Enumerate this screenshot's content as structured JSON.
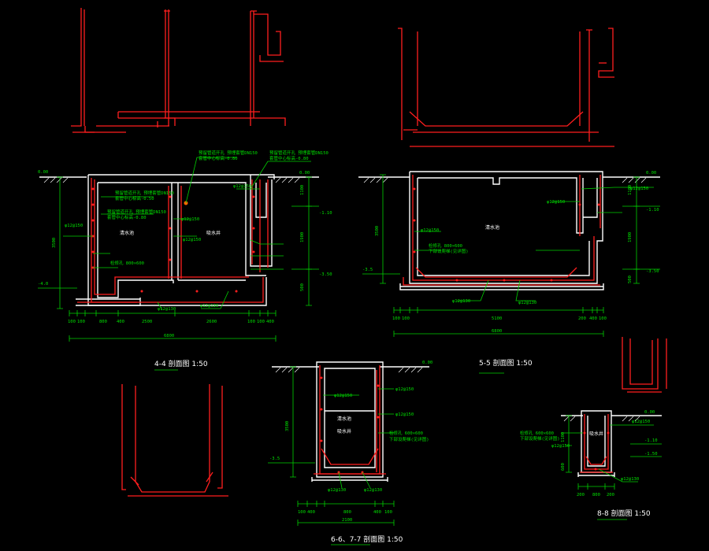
{
  "colors": {
    "background": "#000000",
    "structure": "#ffffff",
    "rebar": "#ff1e1e",
    "dimension": "#00d000"
  },
  "sections": {
    "s44": {
      "title": "4-4 剖面图  1:50",
      "elev_top": "0.00",
      "elev_left_bottom": "-4.0",
      "elev_right_1": "0.00",
      "elev_right_2": "-1.10",
      "elev_right_3": "-3.50",
      "room_left": "清水池",
      "room_right": "吸水井",
      "rebar_note_1": "φ12@150",
      "rebar_note_2": "φ12@150",
      "rebar_note_3": "φ12@150",
      "rebar_note_4": "φ12@150",
      "rebar_note_5": "φ12@130",
      "rebar_note_6": "φ12@130",
      "note_top_1": "预留管道开孔 预埋套管DN150",
      "note_top_2": "套管中心标高-0.80",
      "note_left_1": "预留管道开孔 预埋套管DN150",
      "note_left_2": "套管中心标高-0.50",
      "note_left_3": "预留管道开孔 预埋套管DN150",
      "note_left_4": "套管中心标高-0.80",
      "note_left_5": "检修孔 800×600",
      "dims_bottom": [
        "100",
        "100",
        "800",
        "400",
        "2500",
        "2600",
        "100",
        "100",
        "400"
      ],
      "dim_total": "6800",
      "dims_right": [
        "1100",
        "1900",
        "500"
      ],
      "dim_left": "3500"
    },
    "s55": {
      "title": "5-5 剖面图  1:50",
      "elev_left": "-3.5",
      "elev_right_1": "0.00",
      "elev_right_2": "-1.10",
      "elev_right_3": "-3.50",
      "room": "清水池",
      "rebar_1": "φ12@150",
      "rebar_2": "φ12@150",
      "rebar_3": "φ12@150",
      "rebar_4": "φ12@130",
      "rebar_5": "φ12@130",
      "note_1": "检修孔 800×600",
      "note_2": "下部设爬梯(见详图)",
      "dims_bottom": [
        "100",
        "100",
        "5100",
        "200",
        "400",
        "100"
      ],
      "dim_total": "6800",
      "dim_left": "3500",
      "dims_right": [
        "1100",
        "1900",
        "500"
      ]
    },
    "s67": {
      "title": "6-6、7-7 剖面图  1:50",
      "elev_top": "0.00",
      "elev_left": "-3.5",
      "room_1": "清水池",
      "room_2": "吸水井",
      "rebar_1": "φ12@150",
      "rebar_2": "φ12@150",
      "rebar_3": "φ12@150",
      "rebar_4": "φ12@130",
      "rebar_5": "φ12@130",
      "note_1": "检修孔 600×600",
      "note_2": "下部设爬梯(见详图)",
      "dim_left": "3500",
      "dims_bottom": [
        "100",
        "400",
        "800",
        "400",
        "100"
      ],
      "dim_total": "2100"
    },
    "s88": {
      "title": "8-8 剖面图  1:50",
      "elev_1": "0.00",
      "elev_2": "-1.10",
      "elev_3": "-1.50",
      "room": "吸水井",
      "rebar_1": "φ12@150",
      "rebar_2": "φ12@150",
      "rebar_3": "φ12@130",
      "note_1": "检修孔 600×600",
      "note_2": "下部设爬梯(见详图)",
      "dims_bottom": [
        "200",
        "800",
        "200"
      ],
      "dims_left": [
        "1100",
        "600"
      ]
    }
  }
}
